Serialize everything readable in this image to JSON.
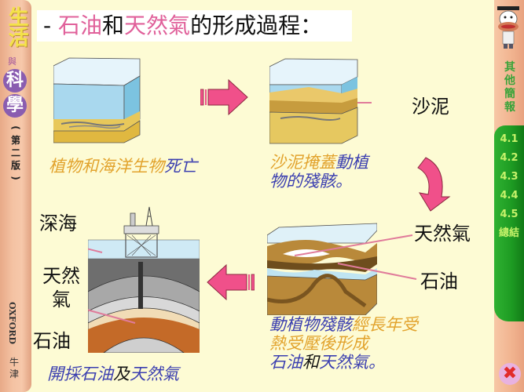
{
  "left_sidebar": {
    "title_line1": "生活",
    "conjunction": "與",
    "title_line2": [
      "科",
      "學"
    ],
    "edition": [
      "(",
      "第",
      "二",
      "版",
      ")"
    ],
    "publisher_en": "OXFORD",
    "publisher_zh": "牛津"
  },
  "right_sidebar": {
    "mascot_icon": "cow-graduate-mascot",
    "other_menu_label": [
      "其",
      "他",
      "簡",
      "報"
    ],
    "nav_items": [
      {
        "label": "4.1"
      },
      {
        "label": "4.2"
      },
      {
        "label": "4.3"
      },
      {
        "label": "4.4"
      },
      {
        "label": "4.5"
      },
      {
        "label": "總結"
      }
    ],
    "close_icon": "close-x-icon"
  },
  "title": {
    "prefix": "- ",
    "part1": "石油",
    "part2": "和",
    "part3": "天然氣",
    "part4": "的形成過程："
  },
  "panels": {
    "step1": {
      "caption_orange": "植物和海洋生物",
      "caption_blue": "死亡"
    },
    "step2": {
      "label_sediment": "沙泥",
      "caption_line1_orange": "沙泥掩蓋",
      "caption_line1_blue": "動植",
      "caption_line2_blue": "物的殘骸。"
    },
    "step3": {
      "label_gas": "天然氣",
      "label_oil": "石油",
      "caption_line1_blue": "動植物殘骸",
      "caption_line1_orange": "經長年受",
      "caption_line2_orange": "熱受壓後形成",
      "caption_line3_blue1": "石油",
      "caption_line3_black": "和",
      "caption_line3_blue2": "天然氣",
      "caption_line3_end": "。"
    },
    "step4": {
      "label_deep_sea": "深海",
      "label_gas": "天然氣",
      "label_oil": "石油",
      "caption_blue1": "開採石油",
      "caption_black": "及",
      "caption_blue2": "天然氣"
    }
  },
  "colors": {
    "background": "#fdfbd4",
    "arrow_pink": "#f0508a",
    "caption_orange": "#e2a32d",
    "caption_blue": "#3b3fb0",
    "title_pink": "#e0609a",
    "nav_green": "#1d9a22"
  }
}
